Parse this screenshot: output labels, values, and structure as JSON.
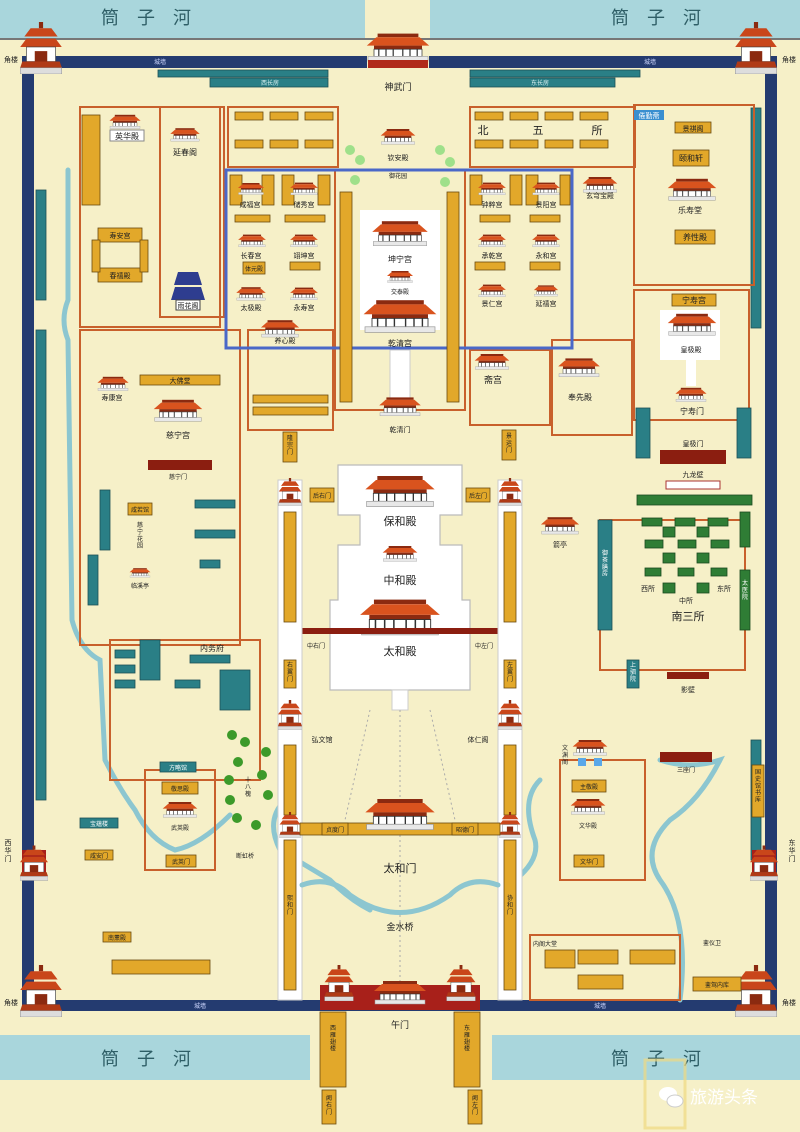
{
  "colors": {
    "background": "#f6f0c8",
    "moat": "#a9d6dc",
    "wall": "#243b70",
    "building_yellow": "#e2a82a",
    "building_teal": "#2a7f86",
    "building_green": "#2f7d35",
    "roof": "#d9531e",
    "courtyard_wall": "#c8602c",
    "highlight_box": "#4a68c8"
  },
  "moat": {
    "name": "筒子河"
  },
  "wall": {
    "name": "城墙"
  },
  "corner_tower": "角楼",
  "gates": {
    "shenwumen": "神武门",
    "wumen": "午门",
    "xihuamen": "西华门",
    "donghuamen": "东华门",
    "taihemen": "太和门",
    "qianqingmen": "乾清门",
    "jingyunmen": "景运门",
    "longzongmen": "隆宗门",
    "houyoumen": "后右门",
    "houzuomen": "后左门",
    "zhongyoumen": "中右门",
    "zhongzuomen": "中左门",
    "youyimen": "右翼门",
    "zuoyimen": "左翼门",
    "xihemen": "熙和门",
    "xiehemen": "协和门",
    "zhendumen": "贞度门",
    "zhaodemen": "昭德门",
    "ningshoumen": "宁寿门",
    "huangjimen": "皇极门",
    "cininmen": "慈宁门",
    "wuyingmen": "武英门",
    "xiananmen": "咸安门",
    "wenhuamen": "文华门",
    "sanzuomen": "三座门",
    "queyoumen": "阙右门",
    "quezuomen": "阙左门"
  },
  "halls": {
    "taihedian": "太和殿",
    "zhonghedian": "中和殿",
    "baohedian": "保和殿",
    "qianqinggong": "乾清宫",
    "jiaotaidian": "交泰殿",
    "kunninggong": "坤宁宫",
    "yuhuayuan": "御花园",
    "qinandian": "钦安殿",
    "yanchunge": "延春阁",
    "yinghuadian": "英华殿",
    "shouangong": "寿安宫",
    "chunxidian": "春禧殿",
    "yuhuage": "雨花阁",
    "xianfugong": "咸福宫",
    "chuxiugong": "储秀宫",
    "changchungong": "长春宫",
    "yikungong": "翊坤宫",
    "tiyuandian": "体元殿",
    "taijidian": "太极殿",
    "yongshougong": "永寿宫",
    "zhongcuigong": "钟粹宫",
    "jingyanggong": "景阳宫",
    "chengqiangong": "承乾宫",
    "yonghegong": "永和宫",
    "jingrengong": "景仁宫",
    "yanxigong": "延禧宫",
    "xuanqiongbaodian": "玄穹宝殿",
    "juanqinzhai": "倦勤斋",
    "jingqige": "景祺阁",
    "yihexuan": "颐和轩",
    "leshoutang": "乐寿堂",
    "yangxingdian": "养性殿",
    "ningshougong": "宁寿宫",
    "huangjidian": "皇极殿",
    "jiulongbi": "九龙壁",
    "nansansuo": "南三所",
    "xisuo": "西所",
    "zhongsuo": "中所",
    "dongsuo": "东所",
    "taiyiyuan": "太医院",
    "zhaigong": "斋宫",
    "fengxiandian": "奉先殿",
    "jianting": "箭亭",
    "yangxindian": "养心殿",
    "cininggong": "慈宁宫",
    "dafotang": "大佛堂",
    "shoukanggong": "寿康宫",
    "xianruoguan": "咸若馆",
    "cininghuayuan": "慈宁花园",
    "linxiting": "临溪亭",
    "neiwufu": "内务府",
    "fanglueguan": "方略馆",
    "jingsidian": "敬思殿",
    "wuyingdian": "武英殿",
    "baoyunlou": "宝蕴楼",
    "duanhongqiao": "断虹桥",
    "shibahuai": "十八槐",
    "nanxundian": "南薰殿",
    "hongwenguan": "弘文馆",
    "tirenge": "体仁阁",
    "jinshuiqiao": "金水桥",
    "wenyuange": "文渊阁",
    "zhujingdian": "主敬殿",
    "wenhuadian": "文华殿",
    "guoshiguan": "国史馆书库",
    "luanjiaku": "銮驾内库",
    "luanyiwei": "銮仪卫",
    "neigedatang": "内阁大堂",
    "shangsiyuan": "上驷院",
    "yuchashanfang": "御茶膳房",
    "yingbi": "影壁",
    "xiyanchilou": "西雁翅楼",
    "dongyanchilou": "东雁翅楼",
    "xichangfang": "西长房",
    "dongchangfang": "东长房",
    "beiwusuo": [
      "北",
      "五",
      "所"
    ]
  },
  "watermark": "旅游头条"
}
